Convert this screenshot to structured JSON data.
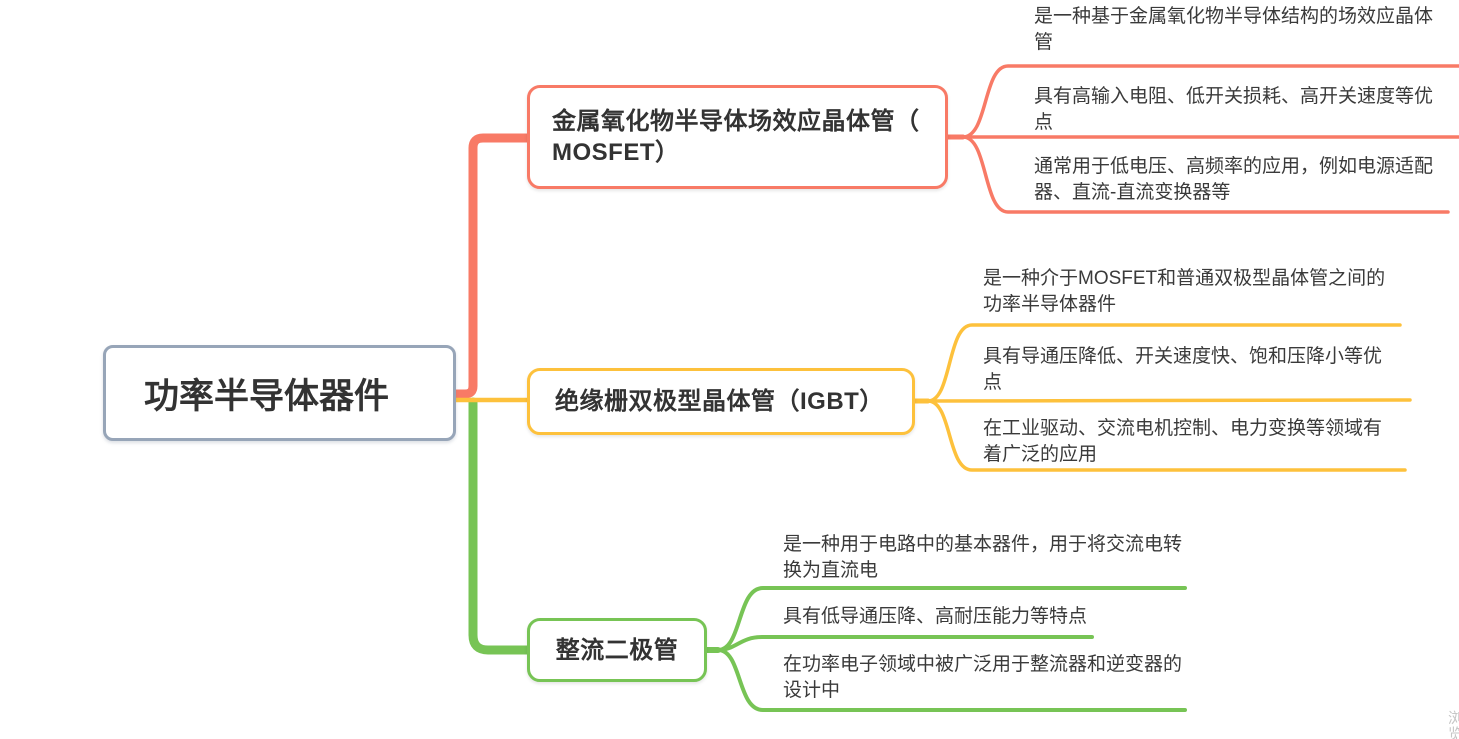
{
  "colors": {
    "root_border": "#97a5b8",
    "mosfet": "#f87a66",
    "igbt": "#fdc13c",
    "diode": "#77c455",
    "topic_text": "#333333",
    "leaf_text": "#3a3a3a",
    "watermark": "#c6c6c6"
  },
  "root": {
    "label": "功率半导体器件"
  },
  "branches": [
    {
      "name": "MOSFET",
      "topic_lines": [
        "金属氧化物半导体场效应晶体管（",
        "MOSFET）"
      ],
      "leaves": [
        {
          "lines": [
            "是一种基于金属氧化物半导体结构的场效应晶体",
            "管"
          ]
        },
        {
          "lines": [
            "具有高输入电阻、低开关损耗、高开关速度等优",
            "点"
          ]
        },
        {
          "lines": [
            "通常用于低电压、高频率的应用，例如电源适配",
            "器、直流-直流变换器等"
          ]
        }
      ]
    },
    {
      "name": "IGBT",
      "topic_lines": [
        "绝缘栅双极型晶体管（IGBT）",
        ""
      ],
      "leaves": [
        {
          "lines": [
            "是一种介于MOSFET和普通双极型晶体管之间的",
            "功率半导体器件"
          ]
        },
        {
          "lines": [
            "具有导通压降低、开关速度快、饱和压降小等优",
            "点"
          ]
        },
        {
          "lines": [
            "在工业驱动、交流电机控制、电力变换等领域有",
            "着广泛的应用"
          ]
        }
      ]
    },
    {
      "name": "整流二极管",
      "topic_lines": [
        "整流二极管",
        ""
      ],
      "leaves": [
        {
          "lines": [
            "是一种用于电路中的基本器件，用于将交流电转",
            "换为直流电"
          ]
        },
        {
          "lines": [
            "具有低导通压降、高耐压能力等特点",
            ""
          ]
        },
        {
          "lines": [
            "在功率电子领域中被广泛用于整流器和逆变器的",
            "设计中"
          ]
        }
      ]
    }
  ],
  "watermark": "浏览"
}
